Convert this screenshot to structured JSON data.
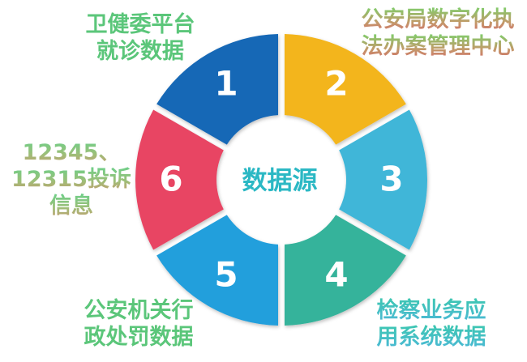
{
  "diagram": {
    "center_label": "数据源",
    "segments": [
      {
        "number": "1",
        "color": "#1668b6"
      },
      {
        "number": "2",
        "color": "#f3b51b"
      },
      {
        "number": "3",
        "color": "#3fb6d8"
      },
      {
        "number": "4",
        "color": "#35b39b"
      },
      {
        "number": "5",
        "color": "#239fdc"
      },
      {
        "number": "6",
        "color": "#e84564"
      }
    ],
    "labels": {
      "seg1": [
        "卫健委平台",
        "就诊数据"
      ],
      "seg2": [
        "公安局数字化执",
        "法办案管理中心"
      ],
      "seg3": [
        "12345、",
        "12315投诉",
        "信息"
      ],
      "seg4": [
        "检察业务应",
        "用系统数据"
      ],
      "seg5": [
        "公安机关行",
        "政处罚数据"
      ]
    },
    "colors": {
      "center_text": "#2bb8c4",
      "number_text": "#ffffff"
    }
  }
}
